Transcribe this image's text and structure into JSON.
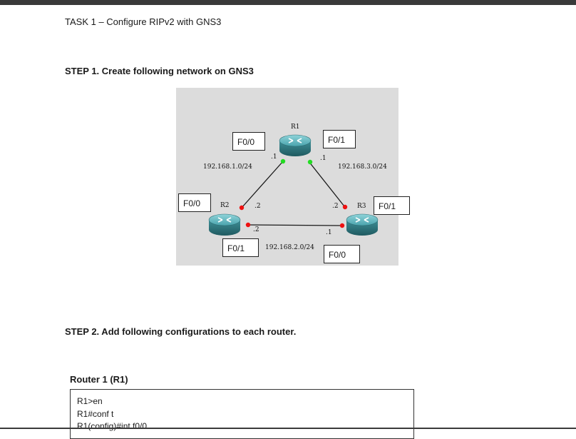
{
  "task_title": "TASK 1 – Configure RIPv2 with GNS3",
  "step1": "STEP 1. Create following network on GNS3",
  "step2": "STEP 2. Add following configurations to each router.",
  "diagram": {
    "routers": [
      {
        "label": "R1",
        "icon": "router-icon"
      },
      {
        "label": "R2",
        "icon": "router-icon"
      },
      {
        "label": "R3",
        "icon": "router-icon"
      }
    ],
    "interfaces": {
      "r1_f00": "F0/0",
      "r1_f01": "F0/1",
      "r2_f00": "F0/0",
      "r2_f01": "F0/1",
      "r3_f01": "F0/1",
      "r3_f00": "F0/0"
    },
    "networks": {
      "net1": "192.168.1.0/24",
      "net3": "192.168.3.0/24",
      "net2": "192.168.2.0/24"
    },
    "host_ids": {
      "r1_left": ".1",
      "r1_right": ".1",
      "r2_top": ".2",
      "r2_right": ".2",
      "r3_left": ".2",
      "r3_bottom": ".1"
    },
    "link_colors": {
      "up": "#22dd22",
      "down": "#ee1111"
    }
  },
  "router1": {
    "heading": "Router 1 (R1)",
    "lines": [
      "R1>en",
      "R1#conf t",
      "R1(config)#int f0/0"
    ]
  }
}
